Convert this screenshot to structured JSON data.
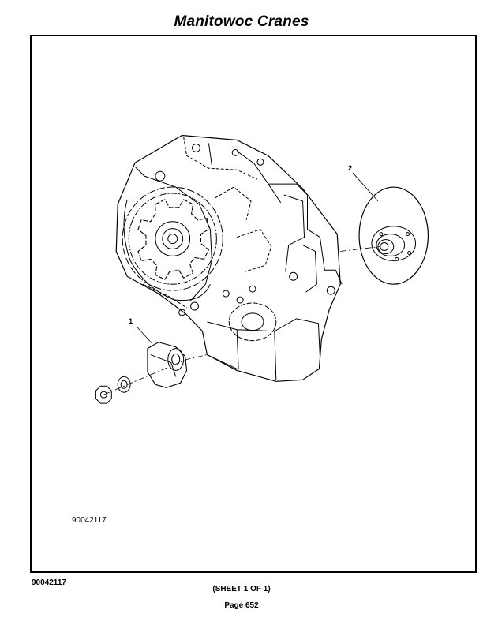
{
  "header": {
    "title": "Manitowoc Cranes"
  },
  "illustration": {
    "drawing_number": "90042117",
    "callouts": [
      "1",
      "2"
    ]
  },
  "footer": {
    "drawing_number": "90042117",
    "sheet": "(SHEET 1 OF 1)",
    "page": "Page 652"
  }
}
